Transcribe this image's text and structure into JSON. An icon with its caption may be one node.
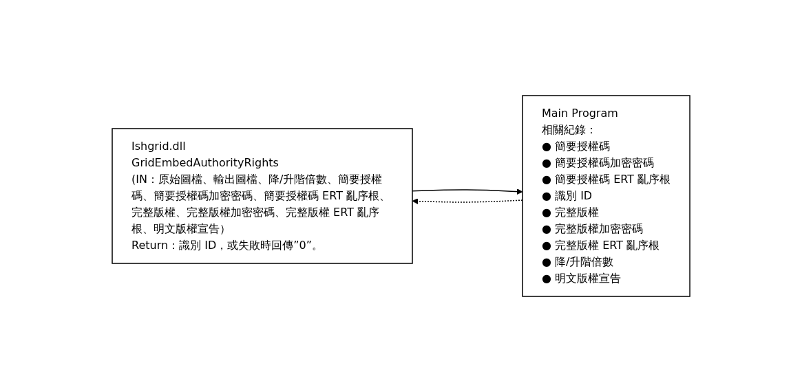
{
  "diagram": {
    "nodes": [
      {
        "text": [
          "Ishgrid.dll",
          "GridEmbedAuthorityRights",
          "(IN：原始圖檔、輸出圖檔、降/升階倍數、簡要授權碼、簡要授權碼加密密碼、簡要授權碼 ERT 亂序根、完整版權、完整版權加密密碼、完整版權 ERT 亂序根、明文版權宣告）",
          "Return：識別 ID，或失敗時回傳”0”。"
        ]
      },
      {
        "text": [
          "Main Program",
          "相關紀錄：",
          "● 簡要授權碼",
          "● 簡要授權碼加密密碼",
          "● 簡要授權碼 ERT 亂序根",
          "● 識別 ID",
          "● 完整版權",
          "● 完整版權加密密碼",
          "● 完整版權 ERT 亂序根",
          "● 降/升階倍數",
          "● 明文版權宣告"
        ]
      }
    ],
    "edges": [
      {
        "from": 0,
        "to": 1,
        "arrow": "to"
      },
      {
        "from": 1,
        "to": 0,
        "arrow": "to",
        "style": "dashed"
      }
    ]
  }
}
